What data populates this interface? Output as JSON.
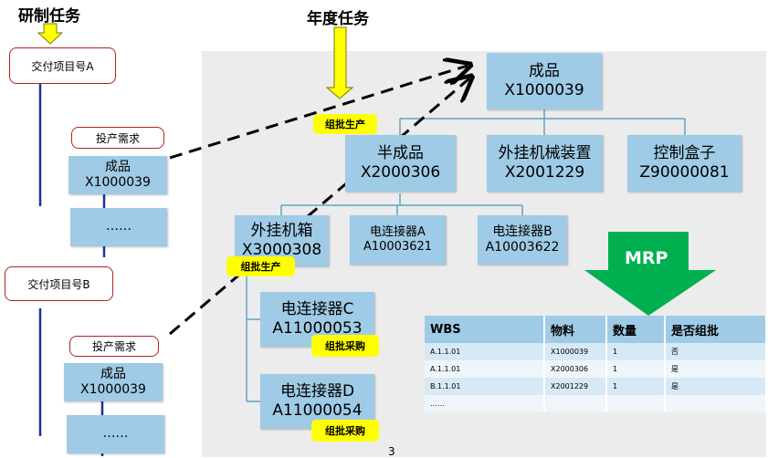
{
  "headings": {
    "research_task": "研制任务",
    "annual_task": "年度任务"
  },
  "left": {
    "delivery_a": "交付项目号A",
    "delivery_b": "交付项目号B",
    "demand_1": "投产需求",
    "demand_2": "投产需求",
    "product_1": {
      "name": "成品",
      "code": "X1000039"
    },
    "product_2": {
      "name": "成品",
      "code": "X1000039"
    },
    "ellipsis_1": "……",
    "ellipsis_2": "……"
  },
  "tree": {
    "root": {
      "name": "成品",
      "code": "X1000039"
    },
    "semi": {
      "name": "半成品",
      "code": "X2000306"
    },
    "hanger": {
      "name": "外挂机械装置",
      "code": "X2001229"
    },
    "control_box": {
      "name": "控制盒子",
      "code": "Z90000081"
    },
    "chassis": {
      "name": "外挂机箱",
      "code": "X3000308"
    },
    "connector_a": {
      "name": "电连接器A",
      "code": "A10003621"
    },
    "connector_b": {
      "name": "电连接器B",
      "code": "A10003622"
    },
    "connector_c": {
      "name": "电连接器C",
      "code": "A11000053"
    },
    "connector_d": {
      "name": "电连接器D",
      "code": "A11000054"
    }
  },
  "tags": {
    "batch_production_1": "组批生产",
    "batch_production_2": "组批生产",
    "batch_purchase_1": "组批采购",
    "batch_purchase_2": "组批采购"
  },
  "mrp_label": "MRP",
  "colors": {
    "box_blue": "#9fcbe6",
    "tag_yellow": "#ffff00",
    "mrp_green": "#00b050",
    "arrow_yellow": "#ffff00"
  },
  "table": {
    "headers": [
      "WBS",
      "物料",
      "数量",
      "是否组批"
    ],
    "rows": [
      [
        "A.1.1.01",
        "X1000039",
        "1",
        "否"
      ],
      [
        "A.1.1.01",
        "X2000306",
        "1",
        "是"
      ],
      [
        "B.1.1.01",
        "X2001229",
        "1",
        "是"
      ],
      [
        "……",
        "",
        "",
        ""
      ]
    ]
  },
  "page_number": "3"
}
